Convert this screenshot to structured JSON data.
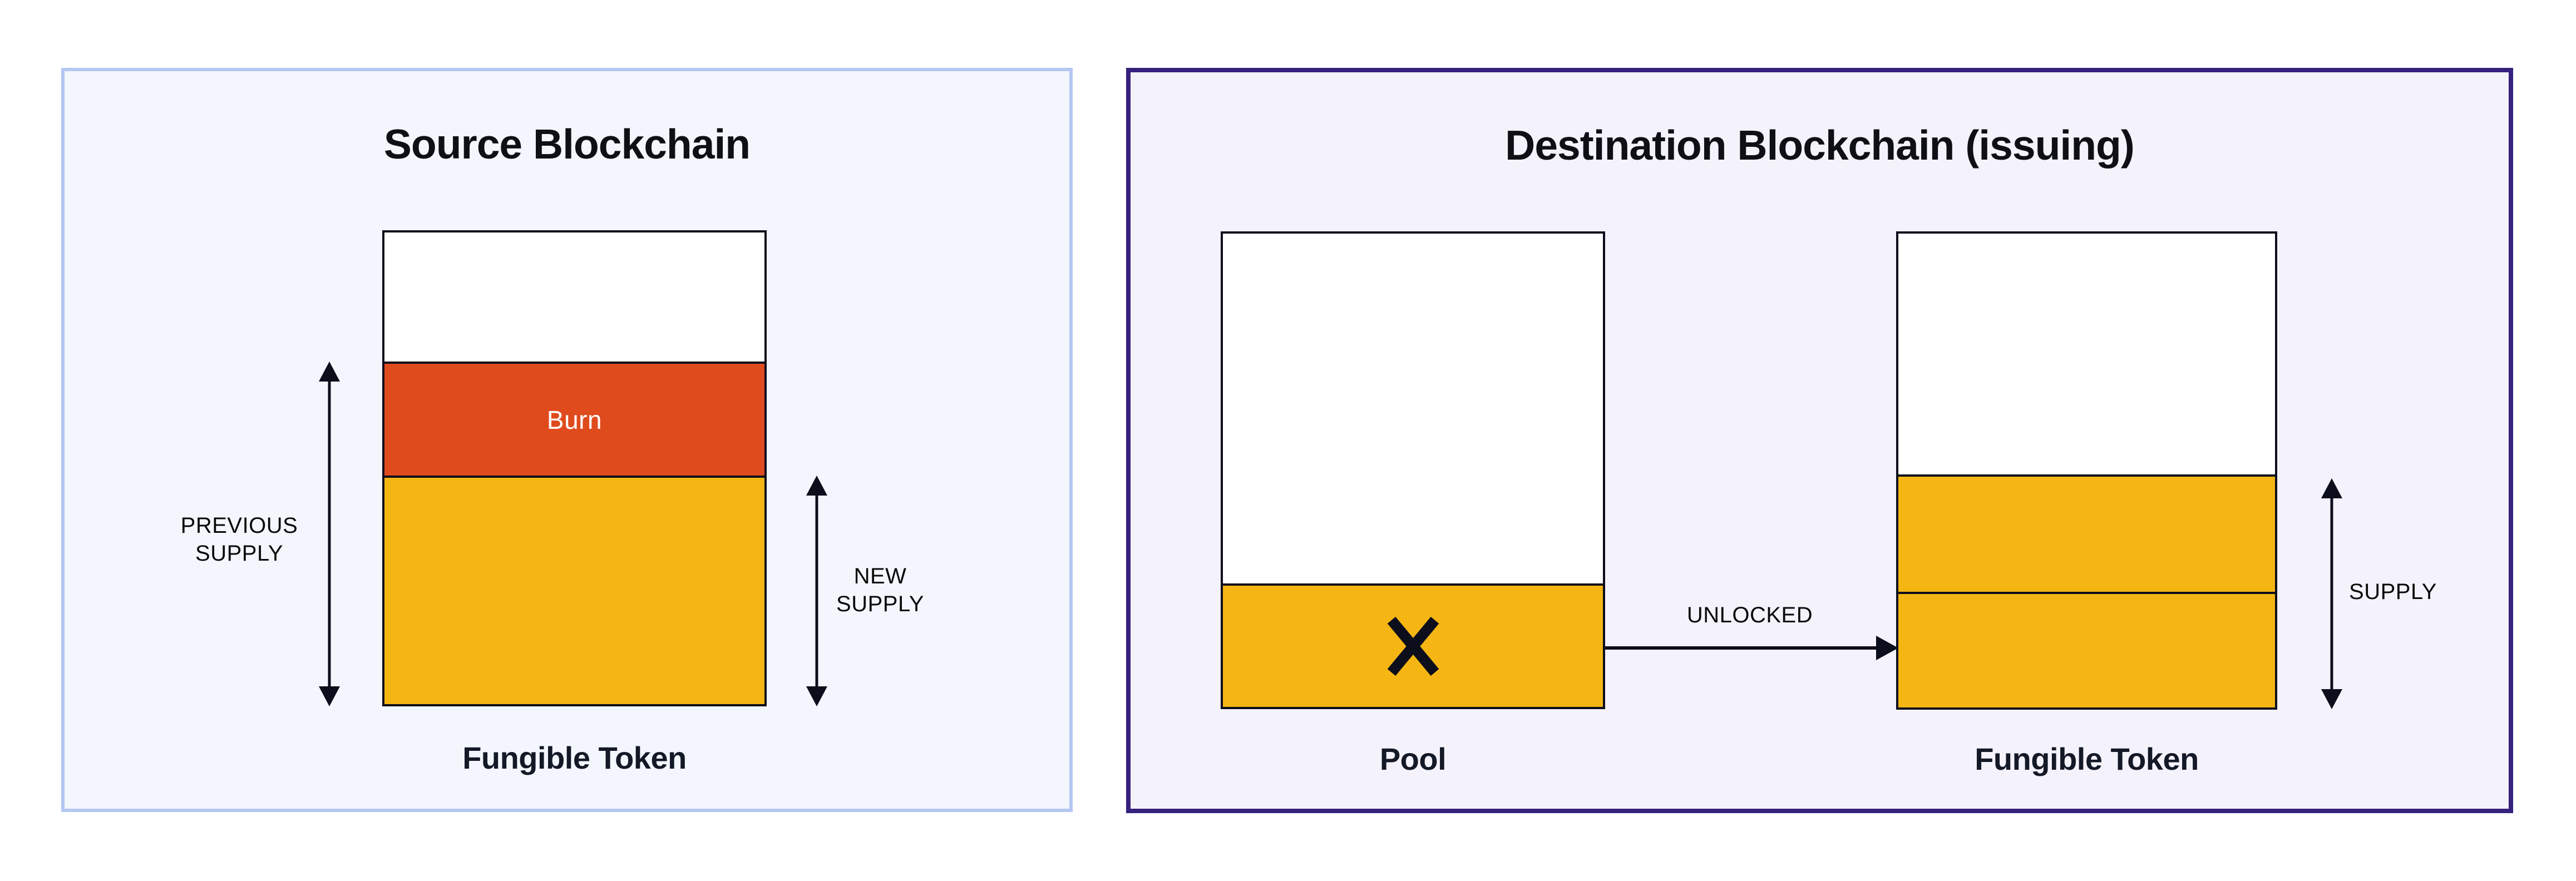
{
  "colors": {
    "page_bg": "#ffffff",
    "source_panel_bg": "#f3f6fd",
    "source_panel_border": "#b4c7f2",
    "dest_panel_bg": "#f4f2fb",
    "dest_panel_border": "#36217c",
    "token_yellow": "#f5b614",
    "burn_orange": "#e04b1e",
    "line_black": "#0d0e1c",
    "text_dark": "#0e1016",
    "caption_dark": "#141927",
    "burn_text": "#ffffff"
  },
  "source_panel": {
    "title": "Source Blockchain",
    "burn_label": "Burn",
    "previous_supply_line1": "PREVIOUS",
    "previous_supply_line2": "SUPPLY",
    "new_supply_line1": "NEW",
    "new_supply_line2": "SUPPLY",
    "token_caption": "Fungible Token"
  },
  "destination_panel": {
    "title": "Destination Blockchain (issuing)",
    "unlocked_label": "UNLOCKED",
    "supply_label": "SUPPLY",
    "pool_caption": "Pool",
    "token_caption": "Fungible Token"
  }
}
